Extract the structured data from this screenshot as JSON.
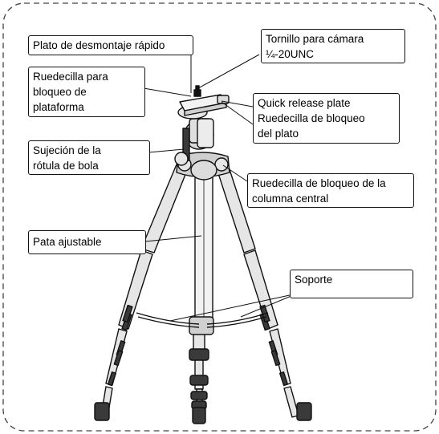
{
  "labels": {
    "quick_release_plate_es": "Plato de desmontaje rápido",
    "camera_screw": "Tornillo para cámara\n¼-20UNC",
    "platform_lock_knob": "Ruedecilla para\nbloqueo de\nplataforma",
    "quick_release_plate_en": "Quick release plate",
    "plate_lock_knob": "Ruedecilla de bloqueo\ndel plato",
    "ball_head_clamp": "Sujeción de la\nrótula de bola",
    "center_column_lock": "Ruedecilla de bloqueo de la\ncolumna central",
    "adjustable_leg": "Pata ajustable",
    "brace": "Soporte"
  },
  "colors": {
    "ink": "#111111",
    "leg_fill": "#e6e6e6",
    "dark": "#3a3a3a",
    "border": "#444444"
  }
}
